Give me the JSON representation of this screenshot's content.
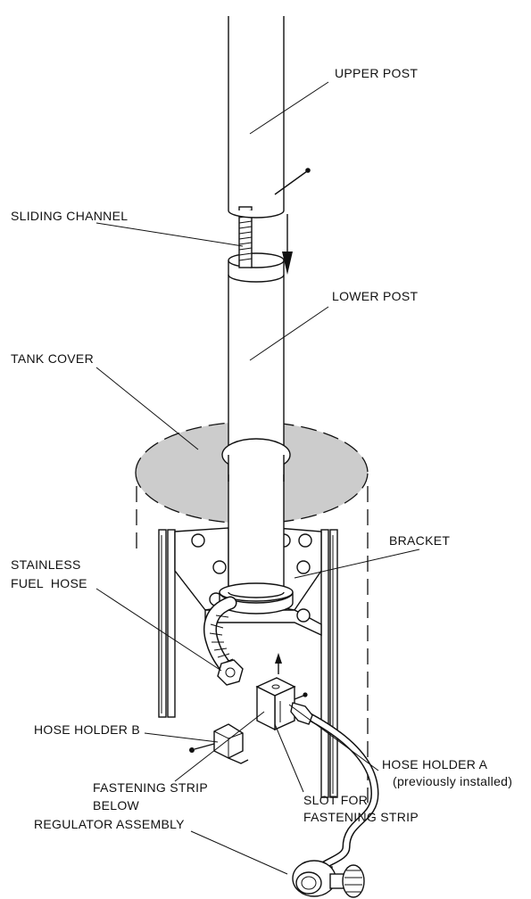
{
  "labels": {
    "upper_post": "UPPER POST",
    "sliding_channel": "SLIDING CHANNEL",
    "lower_post": "LOWER POST",
    "tank_cover": "TANK COVER",
    "bracket": "BRACKET",
    "stainless_line1": "STAINLESS",
    "stainless_line2": "FUEL  HOSE",
    "hose_holder_b": "HOSE HOLDER B",
    "hose_holder_a_line1": "HOSE HOLDER A",
    "hose_holder_a_line2": "(previously installed)",
    "fastening_strip_line1": "FASTENING STRIP",
    "fastening_strip_line2": "BELOW",
    "slot_line1": "SLOT FOR",
    "slot_line2": "FASTENING STRIP",
    "regulator": "REGULATOR ASSEMBLY"
  },
  "colors": {
    "line": "#111111",
    "shade": "#cccccc",
    "background": "#ffffff"
  }
}
